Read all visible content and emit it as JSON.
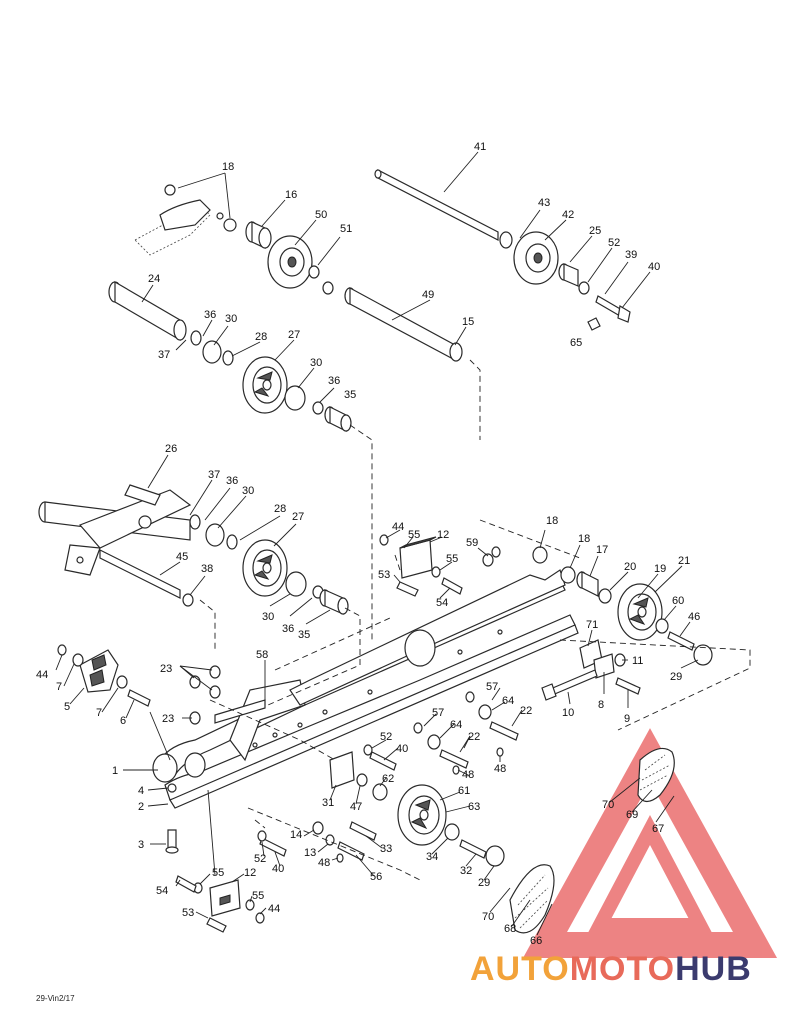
{
  "diagram_ref": "29-Vin2/17",
  "watermark": {
    "word_1": "AUTO",
    "word_2": "MOTO",
    "word_3": "HUB",
    "colors": {
      "auto": "#f2a23a",
      "moto": "#e86a5a",
      "hub": "#3b3b6e",
      "triangle": "#e85a5a"
    }
  },
  "callouts": {
    "c1": "1",
    "c2": "2",
    "c3": "3",
    "c4": "4",
    "c5": "5",
    "c6": "6",
    "c7a": "7",
    "c7b": "7",
    "c8": "8",
    "c9": "9",
    "c10": "10",
    "c11": "11",
    "c12a": "12",
    "c12b": "12",
    "c13": "13",
    "c14": "14",
    "c15": "15",
    "c16": "16",
    "c17": "17",
    "c18a": "18",
    "c18b": "18",
    "c18c": "18",
    "c19": "19",
    "c20": "20",
    "c21": "21",
    "c22a": "22",
    "c22b": "22",
    "c23a": "23",
    "c23b": "23",
    "c24": "24",
    "c25": "25",
    "c26": "26",
    "c27a": "27",
    "c27b": "27",
    "c28a": "28",
    "c28b": "28",
    "c29a": "29",
    "c29b": "29",
    "c30a": "30",
    "c30b": "30",
    "c30c": "30",
    "c30d": "30",
    "c31": "31",
    "c32": "32",
    "c33": "33",
    "c34": "34",
    "c35a": "35",
    "c35b": "35",
    "c36a": "36",
    "c36b": "36",
    "c36c": "36",
    "c36d": "36",
    "c37a": "37",
    "c37b": "37",
    "c38": "38",
    "c39": "39",
    "c40a": "40",
    "c40b": "40",
    "c40c": "40",
    "c41": "41",
    "c42": "42",
    "c43": "43",
    "c44a": "44",
    "c44b": "44",
    "c44c": "44",
    "c45": "45",
    "c46": "46",
    "c47": "47",
    "c48a": "48",
    "c48b": "48",
    "c48c": "48",
    "c49": "49",
    "c50": "50",
    "c51": "51",
    "c52a": "52",
    "c52b": "52",
    "c52c": "52",
    "c53a": "53",
    "c53b": "53",
    "c54a": "54",
    "c54b": "54",
    "c55a": "55",
    "c55b": "55",
    "c55c": "55",
    "c55d": "55",
    "c56": "56",
    "c57a": "57",
    "c57b": "57",
    "c58": "58",
    "c59": "59",
    "c60": "60",
    "c61": "61",
    "c62": "62",
    "c63": "63",
    "c64a": "64",
    "c64b": "64",
    "c65": "65",
    "c66": "66",
    "c67": "67",
    "c68": "68",
    "c69": "69",
    "c70a": "70",
    "c70b": "70",
    "c71": "71"
  }
}
